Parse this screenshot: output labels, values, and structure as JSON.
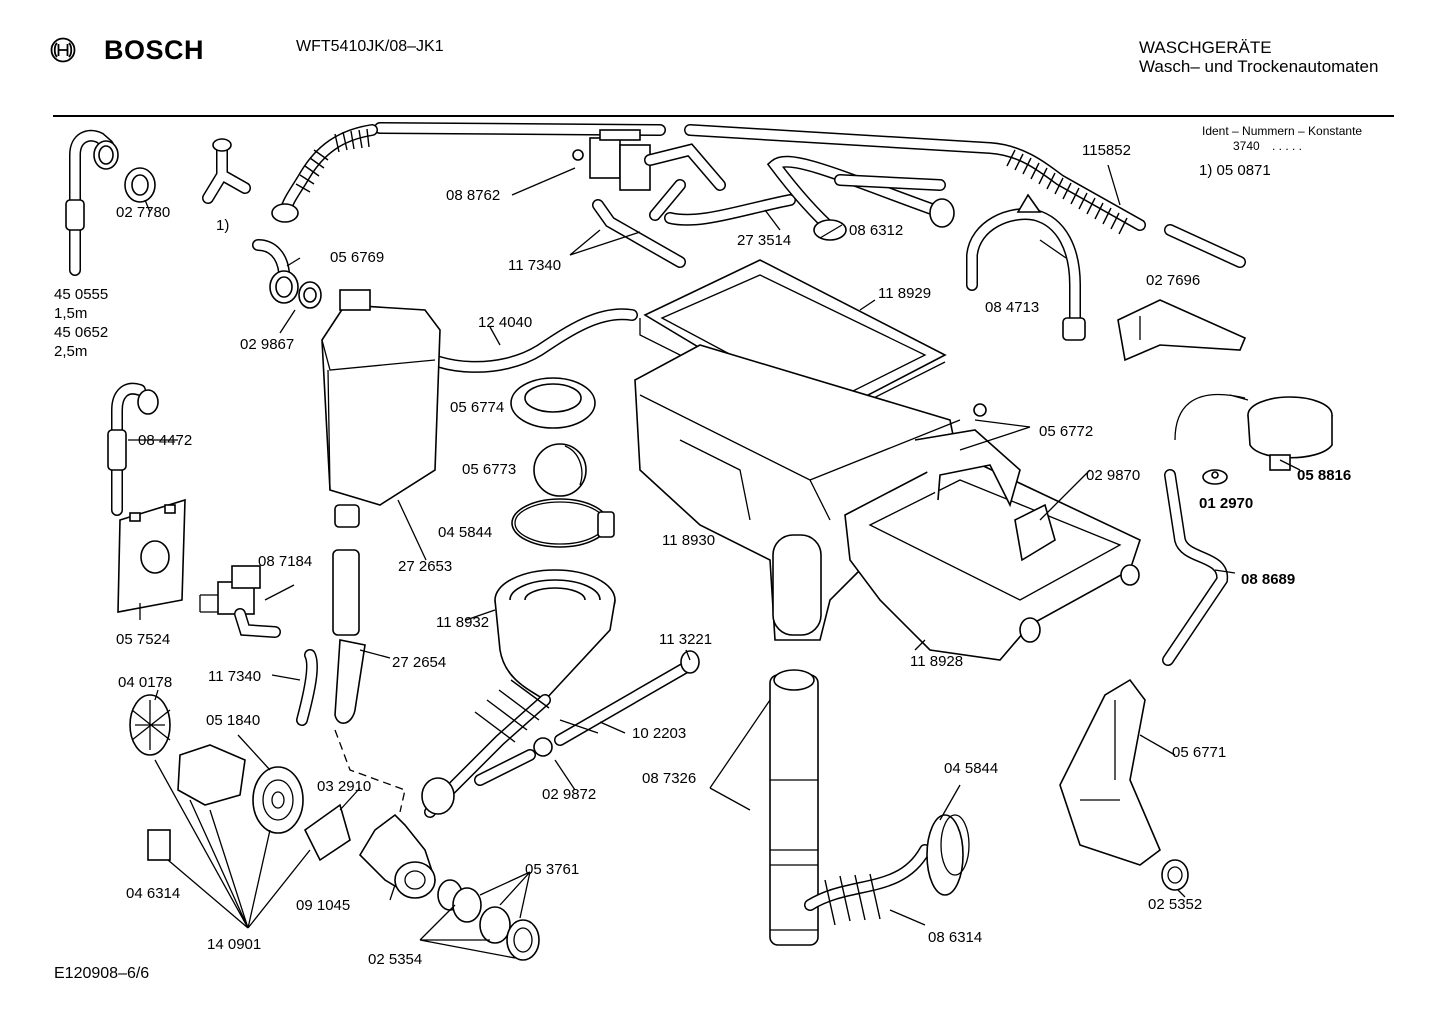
{
  "header": {
    "brand": "BOSCH",
    "model": "WFT5410JK/08–JK1",
    "category": "WASCHGERÄTE",
    "subcategory": "Wasch– und Trockenautomaten"
  },
  "ident": {
    "title": "Ident – Nummern – Konstante",
    "constant": "3740",
    "dots": ". . . . .",
    "note": "1)  05 0871"
  },
  "footer": {
    "code": "E120908–6/6"
  },
  "labels": {
    "p027780": "02 7780",
    "p1": "1)",
    "p450555": "45 0555",
    "len15": "1,5m",
    "p450652": "45 0652",
    "len25": "2,5m",
    "p056769": "05 6769",
    "p029867": "02 9867",
    "p088762": "08 8762",
    "p117340a": "11 7340",
    "p273514": "27 3514",
    "p086312": "08 6312",
    "p115852": "115852",
    "p027696": "02 7696",
    "p084713": "08 4713",
    "p124040": "12 4040",
    "p118929": "11 8929",
    "p056774": "05 6774",
    "p056773": "05 6773",
    "p045844a": "04 5844",
    "p056772": "05 6772",
    "p029870": "02 9870",
    "p058816": "05 8816",
    "p012970": "01 2970",
    "p088689": "08 8689",
    "p084472": "08 4472",
    "p272653": "27 2653",
    "p118930": "11 8930",
    "p087184": "08 7184",
    "p057524": "05 7524",
    "p118932": "11 8932",
    "p113221": "11 3221",
    "p118928": "11 8928",
    "p272654": "27 2654",
    "p117340b": "11 7340",
    "p040178": "04 0178",
    "p051840": "05 1840",
    "p102203": "10 2203",
    "p087326": "08 7326",
    "p045844b": "04 5844",
    "p056771": "05 6771",
    "p032910": "03 2910",
    "p029872": "02 9872",
    "p046314": "04 6314",
    "p091045": "09 1045",
    "p053761": "05 3761",
    "p086314": "08 6314",
    "p025352": "02 5352",
    "p140901": "14 0901",
    "p025354": "02 5354"
  }
}
